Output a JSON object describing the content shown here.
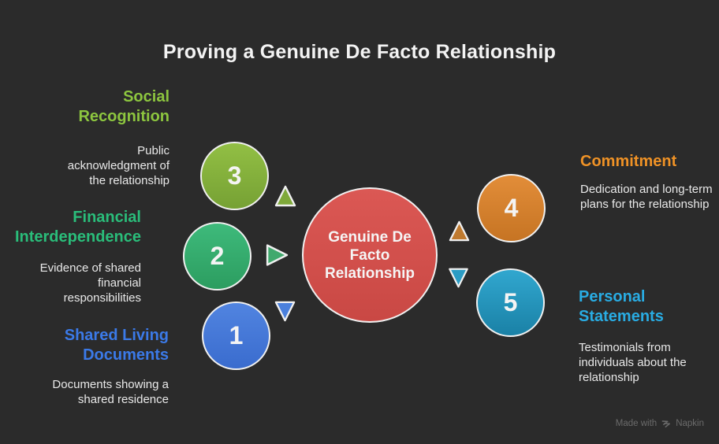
{
  "title": "Proving a Genuine De Facto Relationship",
  "background_color": "#2b2b2b",
  "center": {
    "label": "Genuine De Facto Relationship",
    "color": "#d4504b"
  },
  "nodes": [
    {
      "number": "1",
      "heading": "Shared Living Documents",
      "description": "Documents showing a shared residence",
      "circle_color": "#4679d9",
      "heading_color": "#3b7ae8",
      "arrow_direction": "down"
    },
    {
      "number": "2",
      "heading": "Financial Interdependence",
      "description": "Evidence of shared financial responsibilities",
      "circle_color": "#36ad6e",
      "heading_color": "#2abd7a",
      "arrow_direction": "right"
    },
    {
      "number": "3",
      "heading": "Social Recognition",
      "description": "Public acknowledgment of the relationship",
      "circle_color": "#85b23d",
      "heading_color": "#8dc63f",
      "arrow_direction": "up"
    },
    {
      "number": "4",
      "heading": "Commitment",
      "description": "Dedication and long-term plans for the relationship",
      "circle_color": "#d5822e",
      "heading_color": "#ef9226",
      "arrow_direction": "up"
    },
    {
      "number": "5",
      "heading": "Personal Statements",
      "description": "Testimonials from individuals about the relationship",
      "circle_color": "#2996bc",
      "heading_color": "#29ace3",
      "arrow_direction": "down"
    }
  ],
  "watermark": {
    "prefix": "Made with",
    "brand": "Napkin"
  }
}
